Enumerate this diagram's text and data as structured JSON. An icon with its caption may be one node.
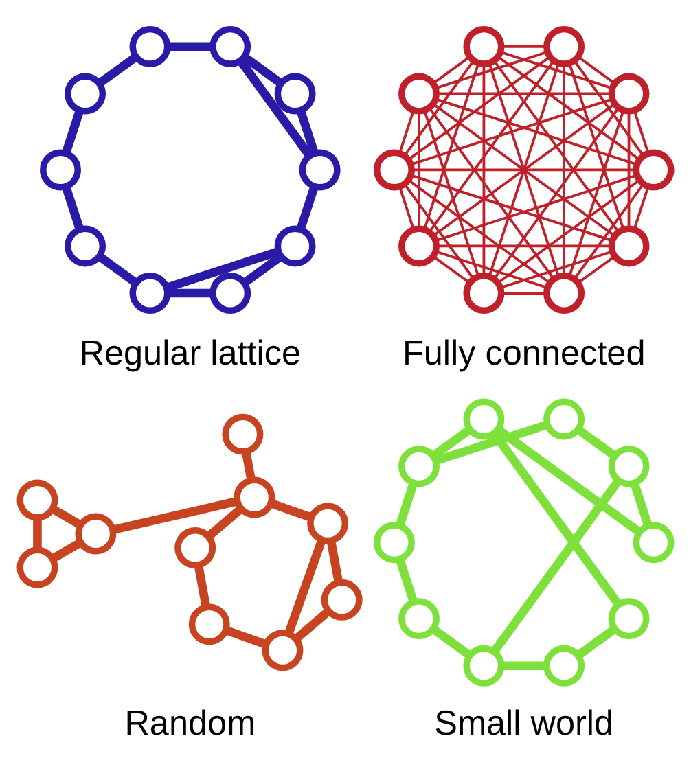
{
  "diagram": {
    "nodes": [
      {
        "text": [],
        "shape": "circle"
      },
      {
        "text": [],
        "shape": "circle"
      },
      {
        "text": [],
        "shape": "circle"
      },
      {
        "text": [],
        "shape": "circle"
      },
      {
        "text": [],
        "shape": "circle"
      },
      {
        "text": [],
        "shape": "circle"
      },
      {
        "text": [],
        "shape": "circle"
      },
      {
        "text": [],
        "shape": "circle"
      },
      {
        "text": [],
        "shape": "circle"
      },
      {
        "text": [],
        "shape": "circle"
      },
      {
        "text": [],
        "shape": "circle"
      },
      {
        "text": [],
        "shape": "circle"
      },
      {
        "text": [],
        "shape": "circle"
      },
      {
        "text": [],
        "shape": "circle"
      },
      {
        "text": [],
        "shape": "circle"
      },
      {
        "text": [],
        "shape": "circle"
      },
      {
        "text": [],
        "shape": "circle"
      },
      {
        "text": [],
        "shape": "circle"
      },
      {
        "text": [],
        "shape": "circle"
      },
      {
        "text": [],
        "shape": "circle"
      },
      {
        "text": [],
        "shape": "circle"
      },
      {
        "text": [],
        "shape": "circle"
      },
      {
        "text": [],
        "shape": "circle"
      },
      {
        "text": [],
        "shape": "circle"
      },
      {
        "text": [],
        "shape": "circle"
      },
      {
        "text": [],
        "shape": "circle"
      },
      {
        "text": [],
        "shape": "circle"
      },
      {
        "text": [],
        "shape": "circle"
      },
      {
        "text": [],
        "shape": "circle"
      },
      {
        "text": [],
        "shape": "circle"
      },
      {
        "text": [],
        "shape": "circle"
      },
      {
        "text": [],
        "shape": "circle"
      },
      {
        "text": [],
        "shape": "circle"
      },
      {
        "text": [],
        "shape": "circle"
      },
      {
        "text": [],
        "shape": "circle"
      },
      {
        "text": [],
        "shape": "circle"
      },
      {
        "text": [],
        "shape": "circle"
      },
      {
        "text": [],
        "shape": "circle"
      },
      {
        "text": [],
        "shape": "circle"
      },
      {
        "text": [],
        "shape": "circle"
      }
    ],
    "edges": [
      {
        "from": 0,
        "to": 1,
        "arrow": "none",
        "style": "thick",
        "color": "#2a1aa8"
      },
      {
        "from": 0,
        "to": 2,
        "arrow": "none",
        "style": "thick",
        "color": "#2a1aa8"
      },
      {
        "from": 1,
        "to": 2,
        "arrow": "none",
        "style": "thick",
        "color": "#2a1aa8"
      },
      {
        "from": 2,
        "to": 3,
        "arrow": "none",
        "style": "thick",
        "color": "#2a1aa8"
      },
      {
        "from": 3,
        "to": 4,
        "arrow": "none",
        "style": "thick",
        "color": "#2a1aa8"
      },
      {
        "from": 4,
        "to": 5,
        "arrow": "none",
        "style": "thick",
        "color": "#2a1aa8"
      },
      {
        "from": 5,
        "to": 6,
        "arrow": "none",
        "style": "thick",
        "color": "#2a1aa8"
      },
      {
        "from": 6,
        "to": 7,
        "arrow": "none",
        "style": "thick",
        "color": "#2a1aa8"
      },
      {
        "from": 7,
        "to": 8,
        "arrow": "none",
        "style": "thick",
        "color": "#2a1aa8"
      },
      {
        "from": 7,
        "to": 9,
        "arrow": "none",
        "style": "thick",
        "color": "#2a1aa8"
      },
      {
        "from": 8,
        "to": 9,
        "arrow": "none",
        "style": "thick",
        "color": "#2a1aa8"
      },
      {
        "from": 9,
        "to": 0,
        "arrow": "none",
        "style": "thick",
        "color": "#2a1aa8"
      },
      {
        "from": 10,
        "to": 11,
        "arrow": "none"
      },
      {
        "from": 10,
        "to": 12,
        "arrow": "none"
      },
      {
        "from": 10,
        "to": 13,
        "arrow": "none"
      },
      {
        "from": 10,
        "to": 14,
        "arrow": "none"
      },
      {
        "from": 10,
        "to": 15,
        "arrow": "none"
      },
      {
        "from": 10,
        "to": 16,
        "arrow": "none"
      },
      {
        "from": 10,
        "to": 17,
        "arrow": "none"
      },
      {
        "from": 10,
        "to": 18,
        "arrow": "none"
      },
      {
        "from": 10,
        "to": 19,
        "arrow": "none"
      },
      {
        "from": 11,
        "to": 12,
        "arrow": "none"
      },
      {
        "from": 11,
        "to": 13,
        "arrow": "none"
      },
      {
        "from": 11,
        "to": 14,
        "arrow": "none"
      },
      {
        "from": 11,
        "to": 15,
        "arrow": "none"
      },
      {
        "from": 11,
        "to": 16,
        "arrow": "none"
      },
      {
        "from": 11,
        "to": 17,
        "arrow": "none"
      },
      {
        "from": 11,
        "to": 18,
        "arrow": "none"
      },
      {
        "from": 11,
        "to": 19,
        "arrow": "none"
      },
      {
        "from": 12,
        "to": 13,
        "arrow": "none"
      },
      {
        "from": 12,
        "to": 14,
        "arrow": "none"
      },
      {
        "from": 12,
        "to": 15,
        "arrow": "none"
      },
      {
        "from": 12,
        "to": 16,
        "arrow": "none"
      },
      {
        "from": 12,
        "to": 17,
        "arrow": "none"
      },
      {
        "from": 12,
        "to": 18,
        "arrow": "none"
      },
      {
        "from": 12,
        "to": 19,
        "arrow": "none"
      },
      {
        "from": 13,
        "to": 14,
        "arrow": "none"
      },
      {
        "from": 13,
        "to": 15,
        "arrow": "none"
      },
      {
        "from": 13,
        "to": 16,
        "arrow": "none"
      },
      {
        "from": 13,
        "to": 17,
        "arrow": "none"
      },
      {
        "from": 13,
        "to": 18,
        "arrow": "none"
      },
      {
        "from": 13,
        "to": 19,
        "arrow": "none"
      },
      {
        "from": 14,
        "to": 15,
        "arrow": "none"
      },
      {
        "from": 14,
        "to": 16,
        "arrow": "none"
      },
      {
        "from": 14,
        "to": 17,
        "arrow": "none"
      },
      {
        "from": 14,
        "to": 18,
        "arrow": "none"
      },
      {
        "from": 14,
        "to": 19,
        "arrow": "none"
      },
      {
        "from": 15,
        "to": 16,
        "arrow": "none"
      },
      {
        "from": 15,
        "to": 17,
        "arrow": "none"
      },
      {
        "from": 15,
        "to": 18,
        "arrow": "none"
      },
      {
        "from": 15,
        "to": 19,
        "arrow": "none"
      },
      {
        "from": 16,
        "to": 17,
        "arrow": "none"
      },
      {
        "from": 16,
        "to": 18,
        "arrow": "none"
      },
      {
        "from": 16,
        "to": 19,
        "arrow": "none"
      },
      {
        "from": 17,
        "to": 18,
        "arrow": "none"
      },
      {
        "from": 17,
        "to": 19,
        "arrow": "none"
      },
      {
        "from": 18,
        "to": 19,
        "arrow": "none"
      },
      {
        "from": 20,
        "to": 29,
        "arrow": "none",
        "style": "thick",
        "color": "#c8431f"
      },
      {
        "from": 29,
        "to": 26,
        "arrow": "none",
        "style": "thick",
        "color": "#c8431f"
      },
      {
        "from": 20,
        "to": 26,
        "arrow": "none",
        "style": "thick",
        "color": "#c8431f"
      },
      {
        "from": 20,
        "to": 24,
        "arrow": "none",
        "style": "thick",
        "color": "#c8431f"
      },
      {
        "from": 21,
        "to": 28,
        "arrow": "none",
        "style": "thick",
        "color": "#c8431f"
      },
      {
        "from": 21,
        "to": 27,
        "arrow": "none",
        "style": "thick",
        "color": "#c8431f"
      },
      {
        "from": 28,
        "to": 22,
        "arrow": "none",
        "style": "thick",
        "color": "#c8431f"
      },
      {
        "from": 28,
        "to": 23,
        "arrow": "none",
        "style": "thick",
        "color": "#c8431f"
      },
      {
        "from": 22,
        "to": 23,
        "arrow": "none",
        "style": "thick",
        "color": "#c8431f"
      },
      {
        "from": 22,
        "to": 24,
        "arrow": "none",
        "style": "thick",
        "color": "#c8431f"
      },
      {
        "from": 27,
        "to": 24,
        "arrow": "none",
        "style": "thick",
        "color": "#c8431f"
      },
      {
        "from": 24,
        "to": 25,
        "arrow": "none",
        "style": "thick",
        "color": "#c8431f"
      },
      {
        "from": 30,
        "to": 31,
        "arrow": "none",
        "style": "thick",
        "color": "#7ee03a"
      },
      {
        "from": 31,
        "to": 32,
        "arrow": "none",
        "style": "thick",
        "color": "#7ee03a"
      },
      {
        "from": 32,
        "to": 33,
        "arrow": "none",
        "style": "thick",
        "color": "#7ee03a"
      },
      {
        "from": 33,
        "to": 34,
        "arrow": "none",
        "style": "thick",
        "color": "#7ee03a"
      },
      {
        "from": 34,
        "to": 35,
        "arrow": "none",
        "style": "thick",
        "color": "#7ee03a"
      },
      {
        "from": 35,
        "to": 36,
        "arrow": "none",
        "style": "thick",
        "color": "#7ee03a"
      },
      {
        "from": 36,
        "to": 37,
        "arrow": "none",
        "style": "thick",
        "color": "#7ee03a"
      },
      {
        "from": 37,
        "to": 38,
        "arrow": "none",
        "style": "thick",
        "color": "#7ee03a"
      },
      {
        "from": 38,
        "to": 39,
        "arrow": "none",
        "style": "thick",
        "color": "#7ee03a"
      },
      {
        "from": 39,
        "to": 30,
        "arrow": "none",
        "style": "thick",
        "color": "#7ee03a"
      },
      {
        "from": 39,
        "to": 35,
        "arrow": "none",
        "style": "thick",
        "color": "#7ee03a"
      },
      {
        "from": 32,
        "to": 37,
        "arrow": "none",
        "style": "thick",
        "color": "#7ee03a"
      }
    ],
    "labels": [
      "Regular lattice",
      "Fully connected",
      "Random",
      "Small world"
    ]
  }
}
